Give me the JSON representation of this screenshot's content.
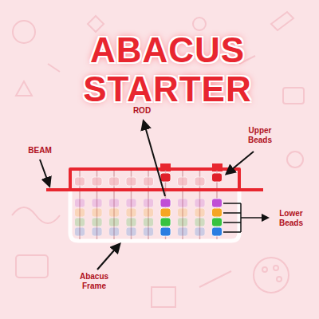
{
  "diagram": {
    "title": "ABACUS STARTER",
    "labels": [
      "BEAM",
      "ROD",
      "Upper Beads",
      "Lower Beads",
      "Abacus Frame"
    ]
  }
}
